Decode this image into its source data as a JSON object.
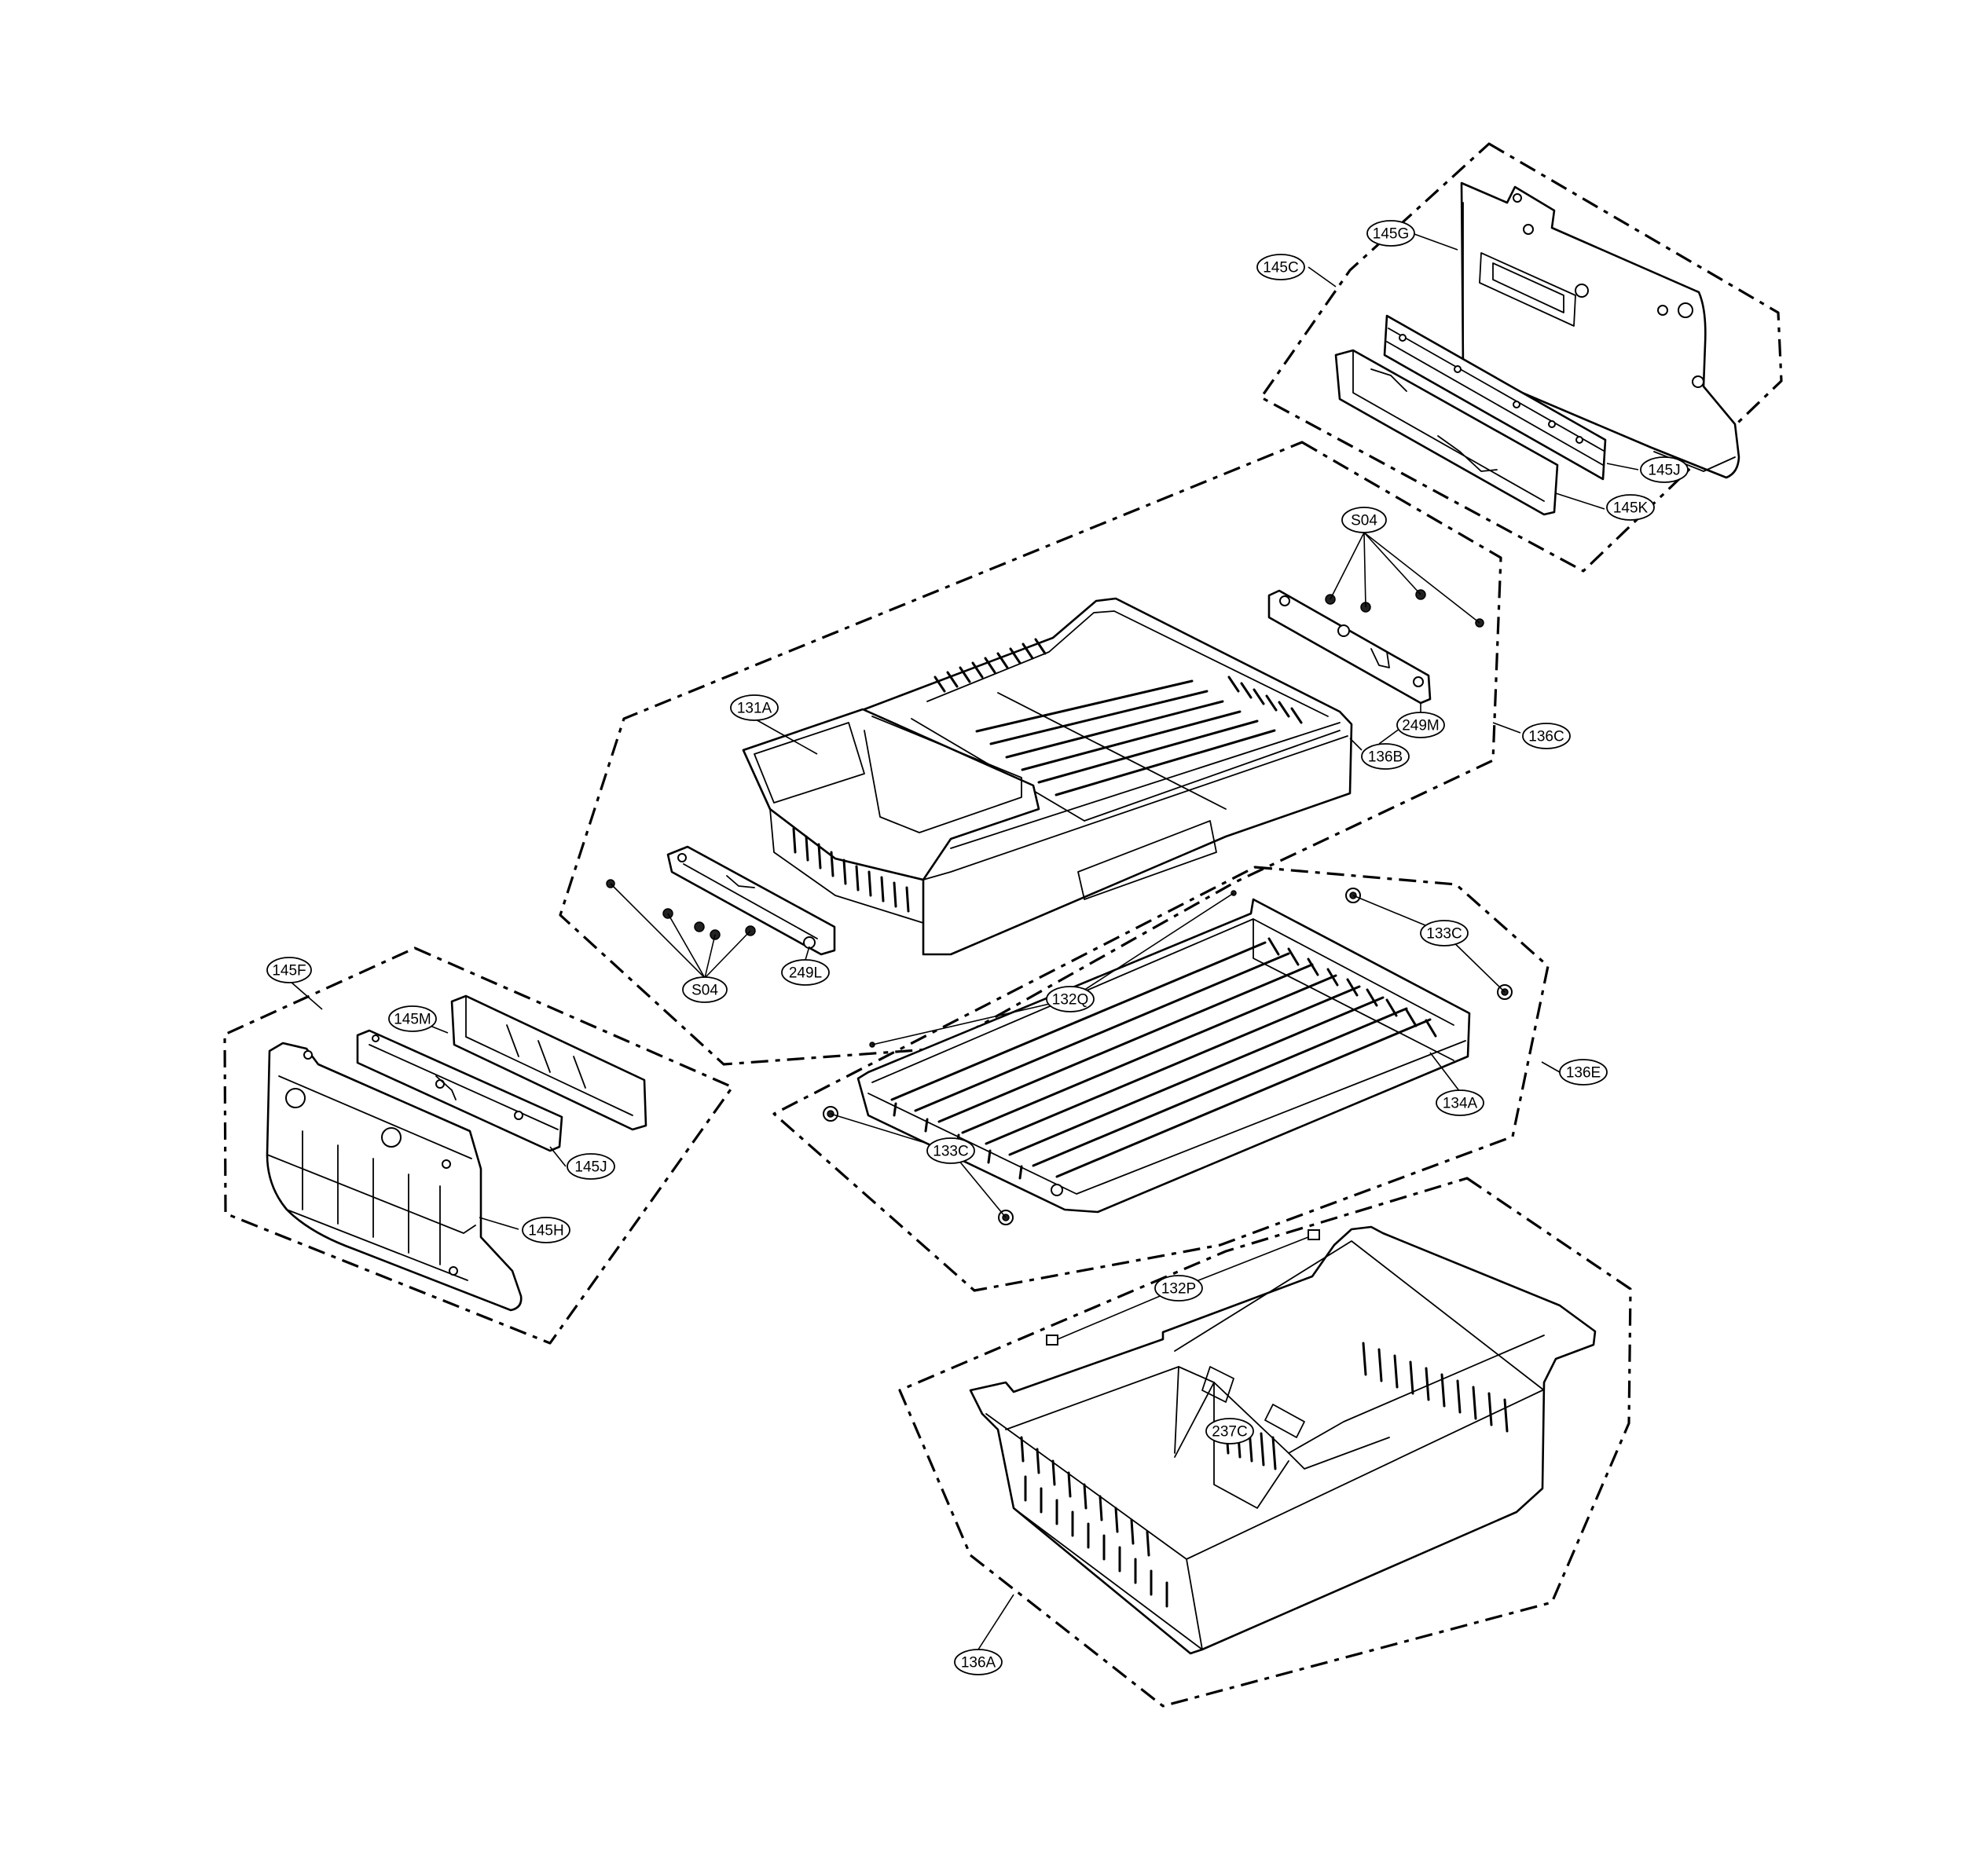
{
  "callouts": {
    "c145C": "145C",
    "c145G": "145G",
    "c145J_top": "145J",
    "c145K": "145K",
    "cS04_top": "S04",
    "c249M": "249M",
    "c136C": "136C",
    "c136B": "136B",
    "c131A": "131A",
    "c249L": "249L",
    "cS04_bottom": "S04",
    "c133C_right": "133C",
    "c132Q": "132Q",
    "c136E": "136E",
    "c134A": "134A",
    "c133C_left": "133C",
    "c145F": "145F",
    "c145M": "145M",
    "c145J_left": "145J",
    "c145H": "145H",
    "c132P": "132P",
    "c237C": "237C",
    "c136A": "136A"
  }
}
